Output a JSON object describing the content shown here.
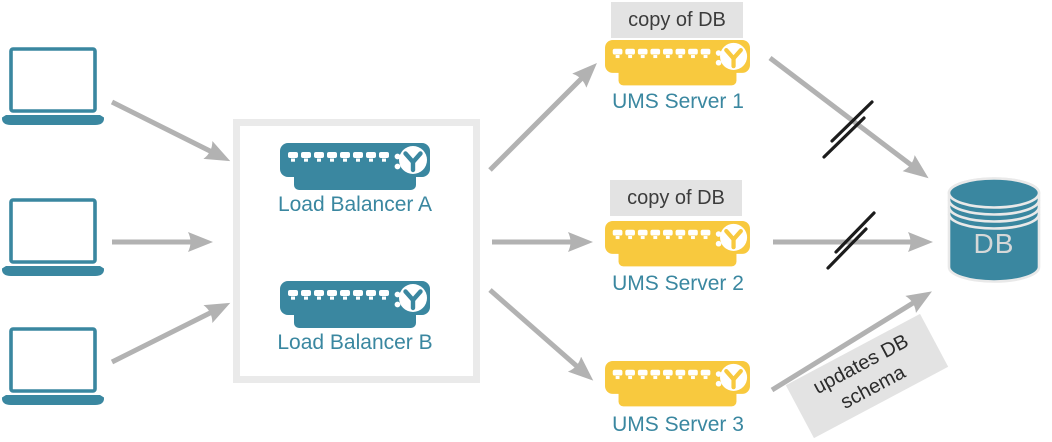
{
  "diagram": {
    "clients": {
      "count": 3,
      "icon": "laptop-icon"
    },
    "load_balancer_group": {
      "items": [
        {
          "label": "Load Balancer A"
        },
        {
          "label": "Load Balancer B"
        }
      ]
    },
    "ums_servers": [
      {
        "label": "UMS Server 1",
        "badge": "copy of DB"
      },
      {
        "label": "UMS Server 2",
        "badge": "copy of DB"
      },
      {
        "label": "UMS Server 3"
      }
    ],
    "database": {
      "label": "DB"
    },
    "schema_note": {
      "line1": "updates DB",
      "line2": "schema"
    },
    "colors": {
      "teal": "#3A87A0",
      "yellow": "#F8C93E",
      "arrow_gray": "#B2B2B2",
      "group_border": "#EAEAEA",
      "badge_bg": "#E3E3E3",
      "badge_text": "#3C3C3C",
      "slash_black": "#1C1C1C",
      "db_text": "#D6D8D8"
    }
  }
}
